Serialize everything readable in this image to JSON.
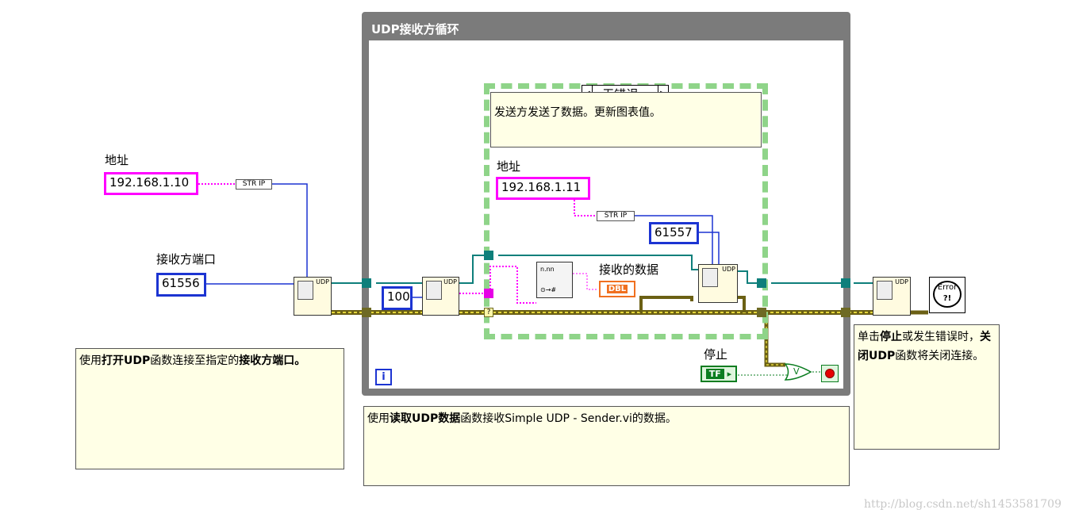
{
  "loop": {
    "title": "UDP接收方循环",
    "iteration": "i"
  },
  "case": {
    "selector": "无错误",
    "description": "发送方发送了数据。更新图表值。"
  },
  "outer_labels": {
    "address": "地址",
    "receiver_port": "接收方端口"
  },
  "outer_constants": {
    "address": "192.168.1.10",
    "port": "61556"
  },
  "inner_labels": {
    "address": "地址",
    "received_data": "接收的数据",
    "stop": "停止"
  },
  "inner_constants": {
    "address": "192.168.1.11",
    "port": "61557",
    "timeout": "100"
  },
  "functions": {
    "str_ip": "STR IP",
    "udp": "UDP",
    "dbl": "DBL",
    "tf": "TF",
    "or": "V",
    "error": "Error",
    "error_symbol": "?!"
  },
  "notes": {
    "open": {
      "p1": "使用",
      "b1": "打开UDP",
      "p2": "函数连接至指定的",
      "b2": "接收方端",
      "p3": "口。"
    },
    "read": {
      "p1": "使用",
      "b1": "读取UDP数据",
      "p2": "函数接收Simple UDP - Sender.vi的数据。"
    },
    "close": {
      "p1": "单击",
      "b1": "停止",
      "p2": "或发生错误时，",
      "b2": "关闭UDP",
      "p3": "函数将关闭连接。"
    }
  },
  "watermark": "http://blog.csdn.net/sh1453581709",
  "colors": {
    "string": "#ff00ff",
    "numeric": "#1c34d2",
    "refnum": "#0e7f7b",
    "error": "#b3a31a",
    "boolean": "#0b7d20",
    "loop": "#7b7b7b",
    "case": "#57b34f"
  }
}
